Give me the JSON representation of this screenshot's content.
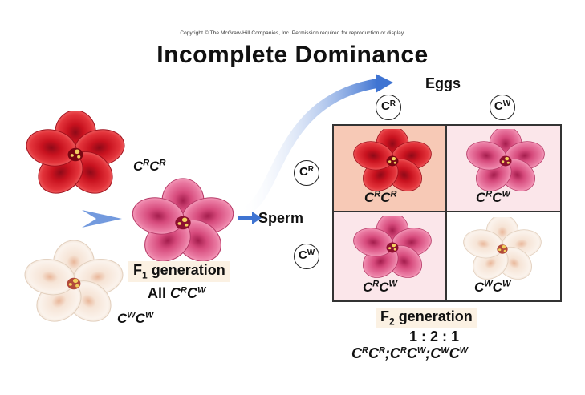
{
  "copyright": "Copyright © The McGraw-Hill Companies, Inc. Permission required for reproduction or display.",
  "title": "Incomplete Dominance",
  "parents": {
    "red": {
      "genotype_base": [
        "C",
        "C"
      ],
      "genotype_sup": [
        "R",
        "R"
      ]
    },
    "white": {
      "genotype_base": [
        "C",
        "C"
      ],
      "genotype_sup": [
        "W",
        "W"
      ]
    }
  },
  "f1": {
    "label_prefix": "F",
    "label_sub": "1",
    "label_suffix": " generation",
    "all_prefix": "All ",
    "genotype_base": [
      "C",
      "C"
    ],
    "genotype_sup": [
      "R",
      "W"
    ]
  },
  "eggs_label": "Eggs",
  "sperm_label": "Sperm",
  "gametes": {
    "eggs": [
      {
        "base": "C",
        "sup": "R"
      },
      {
        "base": "C",
        "sup": "W"
      }
    ],
    "sperm": [
      {
        "base": "C",
        "sup": "R"
      },
      {
        "base": "C",
        "sup": "W"
      }
    ]
  },
  "punnett": {
    "cells": [
      {
        "base": [
          "C",
          "C"
        ],
        "sup": [
          "R",
          "R"
        ],
        "flower": "red",
        "bg": "#f7c9b6"
      },
      {
        "base": [
          "C",
          "C"
        ],
        "sup": [
          "R",
          "W"
        ],
        "flower": "pink",
        "bg": "#fbe6ea"
      },
      {
        "base": [
          "C",
          "C"
        ],
        "sup": [
          "R",
          "W"
        ],
        "flower": "pink",
        "bg": "#fbe6ea"
      },
      {
        "base": [
          "C",
          "C"
        ],
        "sup": [
          "W",
          "W"
        ],
        "flower": "white",
        "bg": "#ffffff"
      }
    ]
  },
  "f2": {
    "label_prefix": "F",
    "label_sub": "2",
    "label_suffix": " generation",
    "ratio": "1 : 2 : 1",
    "ratio_genotypes": [
      {
        "base": [
          "C",
          "C"
        ],
        "sup": [
          "R",
          "R"
        ]
      },
      {
        "base": [
          "C",
          "C"
        ],
        "sup": [
          "R",
          "W"
        ]
      },
      {
        "base": [
          "C",
          "C"
        ],
        "sup": [
          "W",
          "W"
        ]
      }
    ],
    "separator": ";"
  },
  "colors": {
    "red": "#d3202e",
    "pink": "#e15b8a",
    "white": "#f7ece0",
    "arrow": "#4a7fd6"
  },
  "icons": [
    "red-flower-icon",
    "pink-flower-icon",
    "white-flower-icon",
    "arrow-icon"
  ]
}
